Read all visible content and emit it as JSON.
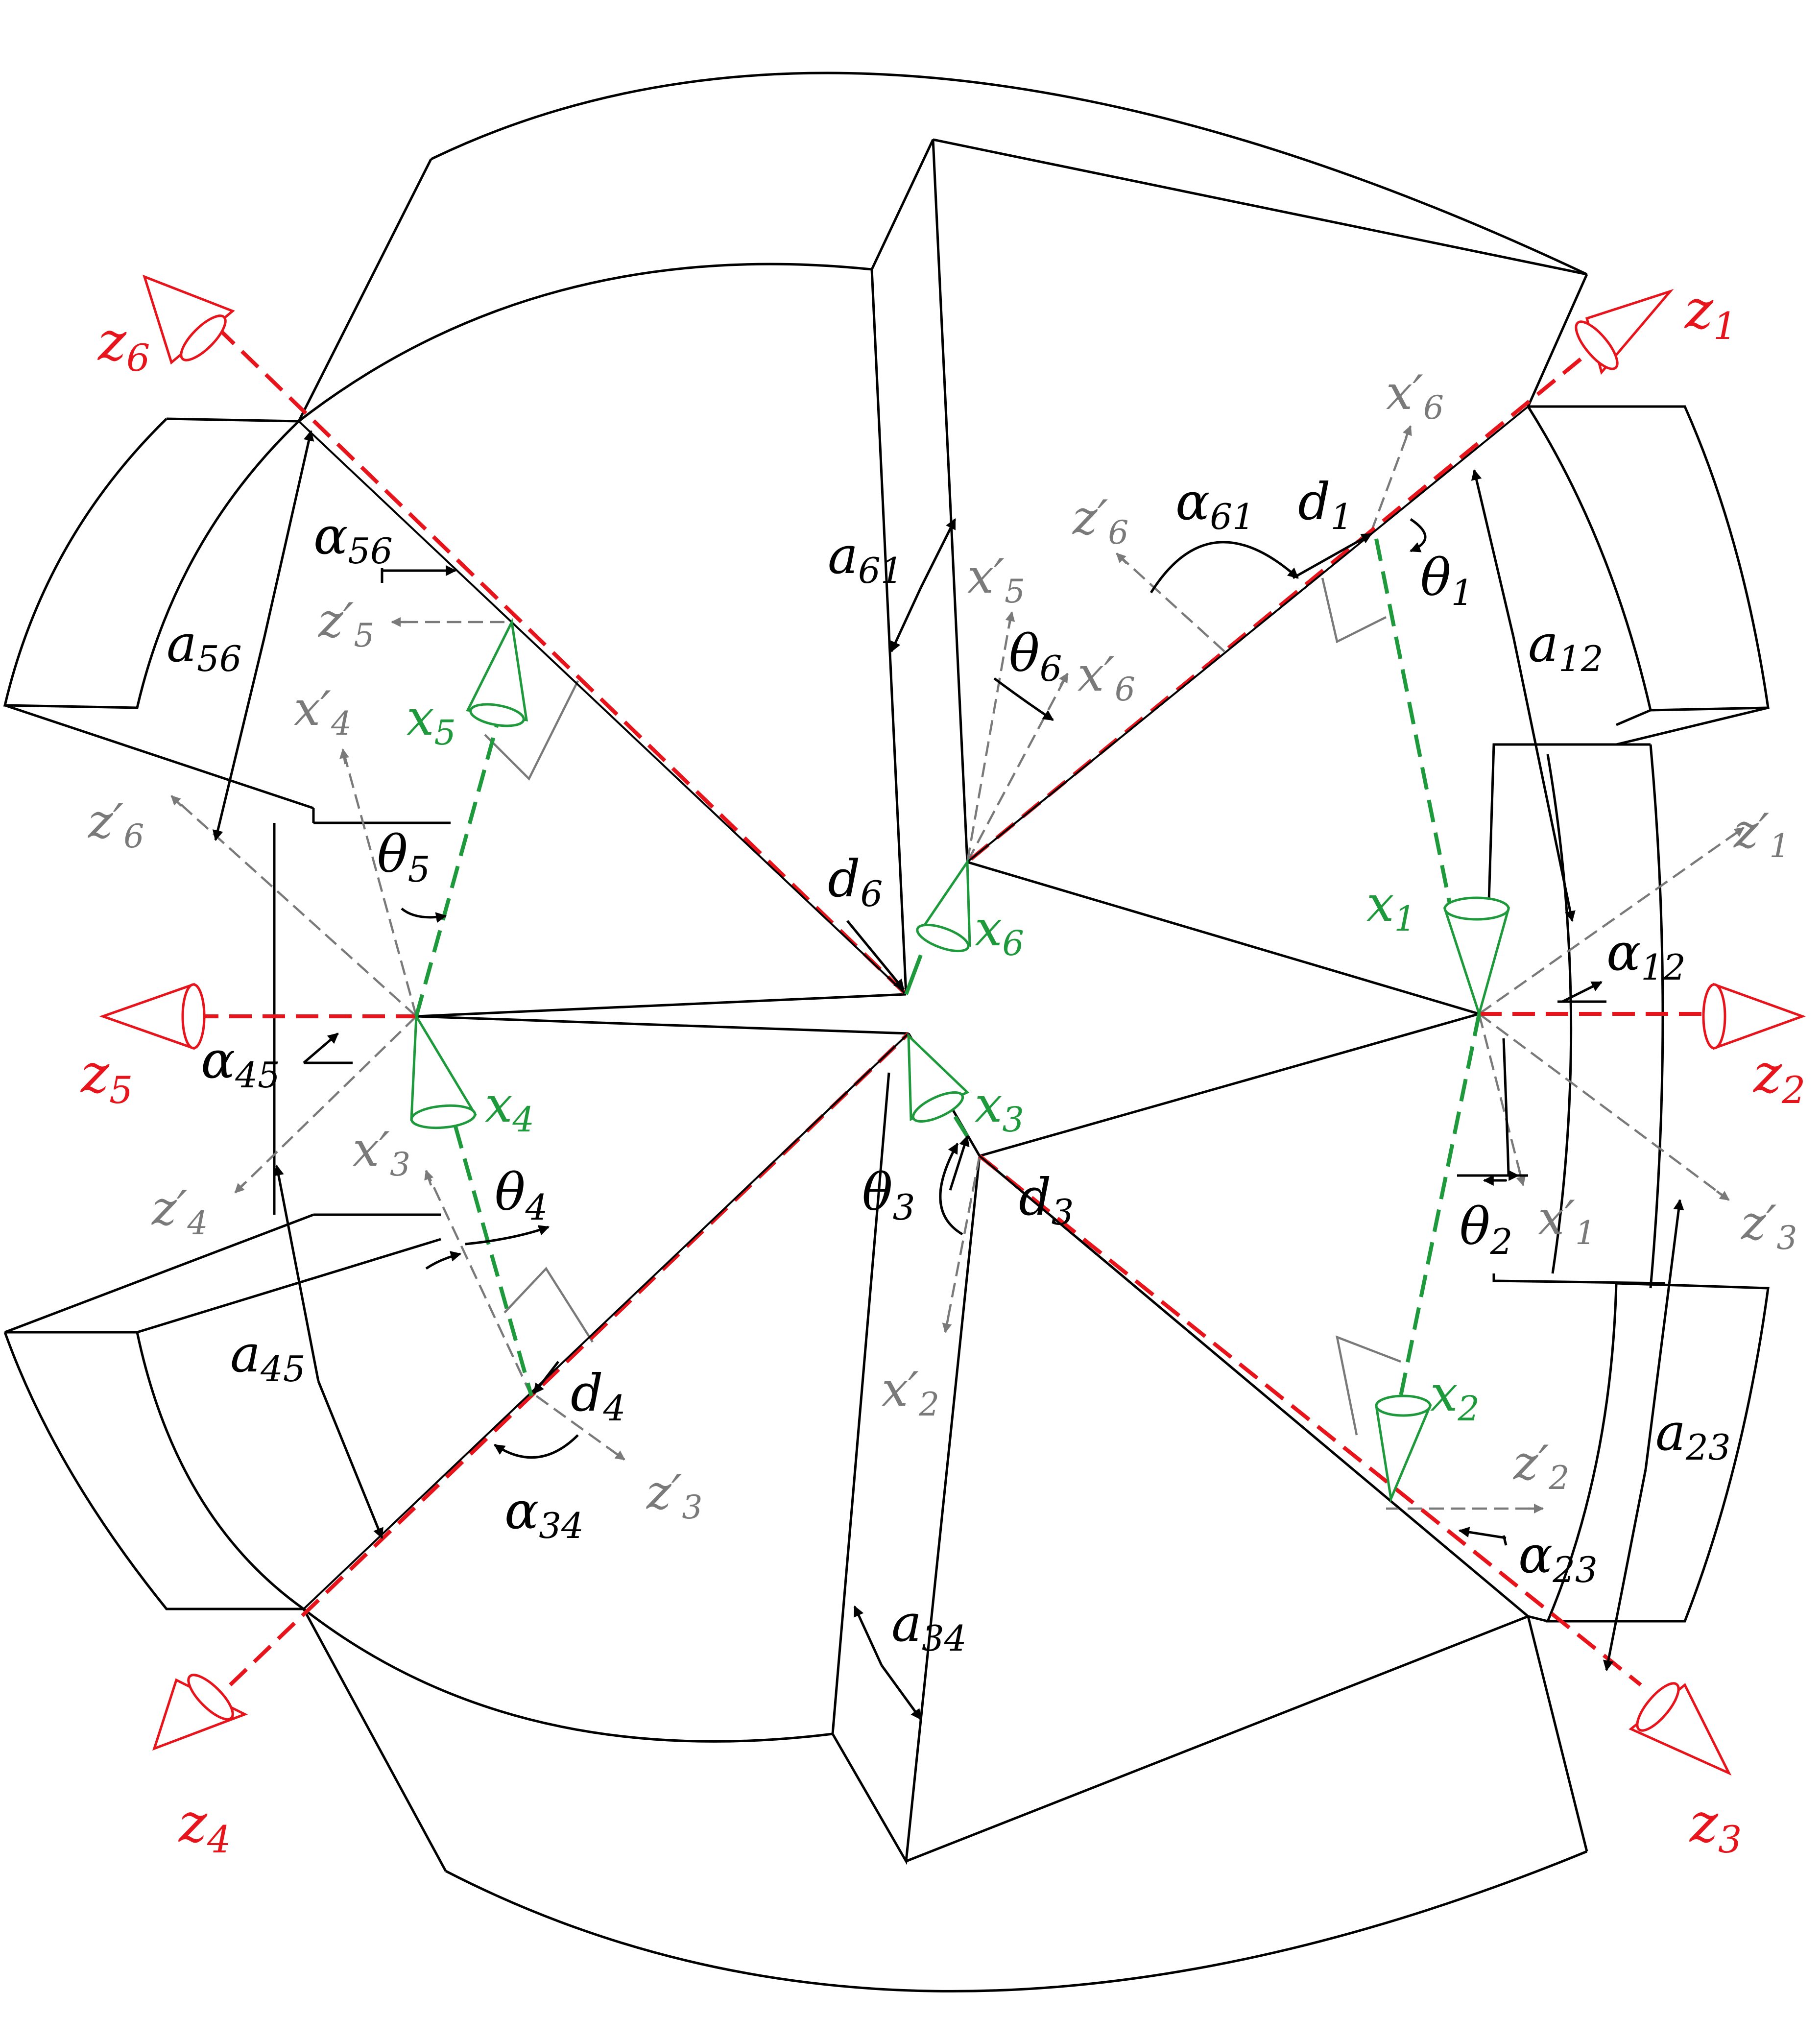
{
  "colors": {
    "outline": "#000000",
    "joint_axis": "#e8141c",
    "x_axis": "#1e9a3c",
    "aux_axis": "#7a7a7a"
  },
  "labels": {
    "z1": "z",
    "z1_sub": "1",
    "z2": "z",
    "z2_sub": "2",
    "z3": "z",
    "z3_sub": "3",
    "z4": "z",
    "z4_sub": "4",
    "z5": "z",
    "z5_sub": "5",
    "z6": "z",
    "z6_sub": "6",
    "x1": "x",
    "x1_sub": "1",
    "x2": "x",
    "x2_sub": "2",
    "x3": "x",
    "x3_sub": "3",
    "x4": "x",
    "x4_sub": "4",
    "x5": "x",
    "x5_sub": "5",
    "x6": "x",
    "x6_sub": "6",
    "x6p_top": "x′",
    "x6p_top_sub": "6",
    "z6p_top": "z′",
    "z6p_top_sub": "6",
    "x5p": "x′",
    "x5p_sub": "5",
    "x6p_mid": "x′",
    "x6p_mid_sub": "6",
    "z5p": "z′",
    "z5p_sub": "5",
    "x4p": "x′",
    "x4p_sub": "4",
    "z6p_left": "z′",
    "z6p_left_sub": "6",
    "z1p": "z′",
    "z1p_sub": "1",
    "z4p": "z′",
    "z4p_sub": "4",
    "x3p": "x′",
    "x3p_sub": "3",
    "x1p": "x′",
    "x1p_sub": "1",
    "z3p_right": "z′",
    "z3p_right_sub": "3",
    "x2p": "x′",
    "x2p_sub": "2",
    "z3p_bottom": "z′",
    "z3p_bottom_sub": "3",
    "z2p": "z′",
    "z2p_sub": "2",
    "alpha56": "α",
    "alpha56_sub": "56",
    "a56": "a",
    "a56_sub": "56",
    "a61": "a",
    "a61_sub": "61",
    "alpha61": "α",
    "alpha61_sub": "61",
    "d1": "d",
    "d1_sub": "1",
    "theta1": "θ",
    "theta1_sub": "1",
    "a12": "a",
    "a12_sub": "12",
    "theta6": "θ",
    "theta6_sub": "6",
    "theta5": "θ",
    "theta5_sub": "5",
    "d6": "d",
    "d6_sub": "6",
    "alpha12": "α",
    "alpha12_sub": "12",
    "alpha45": "α",
    "alpha45_sub": "45",
    "theta4": "θ",
    "theta4_sub": "4",
    "theta3": "θ",
    "theta3_sub": "3",
    "d3": "d",
    "d3_sub": "3",
    "theta2": "θ",
    "theta2_sub": "2",
    "a45": "a",
    "a45_sub": "45",
    "d4": "d",
    "d4_sub": "4",
    "alpha34": "α",
    "alpha34_sub": "34",
    "a23": "a",
    "a23_sub": "23",
    "alpha23": "α",
    "alpha23_sub": "23",
    "a34": "a",
    "a34_sub": "34"
  }
}
